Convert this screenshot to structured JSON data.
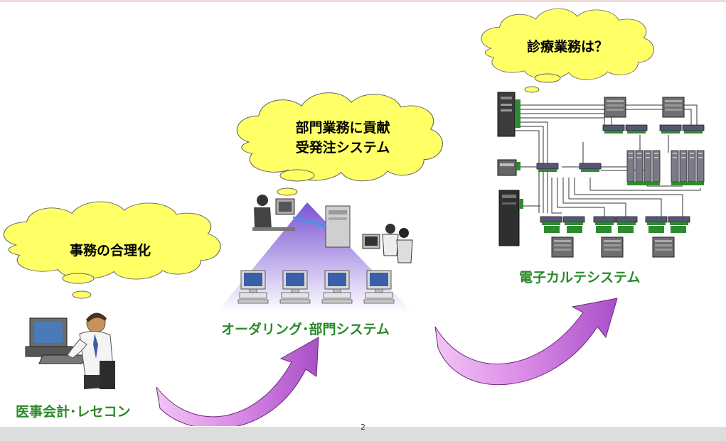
{
  "stages": [
    {
      "thought": [
        "事務の合理化"
      ],
      "caption": "医事会計･レセコン"
    },
    {
      "thought": [
        "部門業務に貢献",
        "受発注システム"
      ],
      "caption": "オーダリング･部門システム"
    },
    {
      "thought": [
        "診療業務は？"
      ],
      "caption": "電子カルテシステム"
    }
  ],
  "footer": {
    "page_number": "2"
  },
  "colors": {
    "cloud_fill": "#ffff66",
    "caption_color": "#2a8a2a",
    "arrow_fill": "#d98ae6",
    "pyramid": "#8a5fdc"
  }
}
